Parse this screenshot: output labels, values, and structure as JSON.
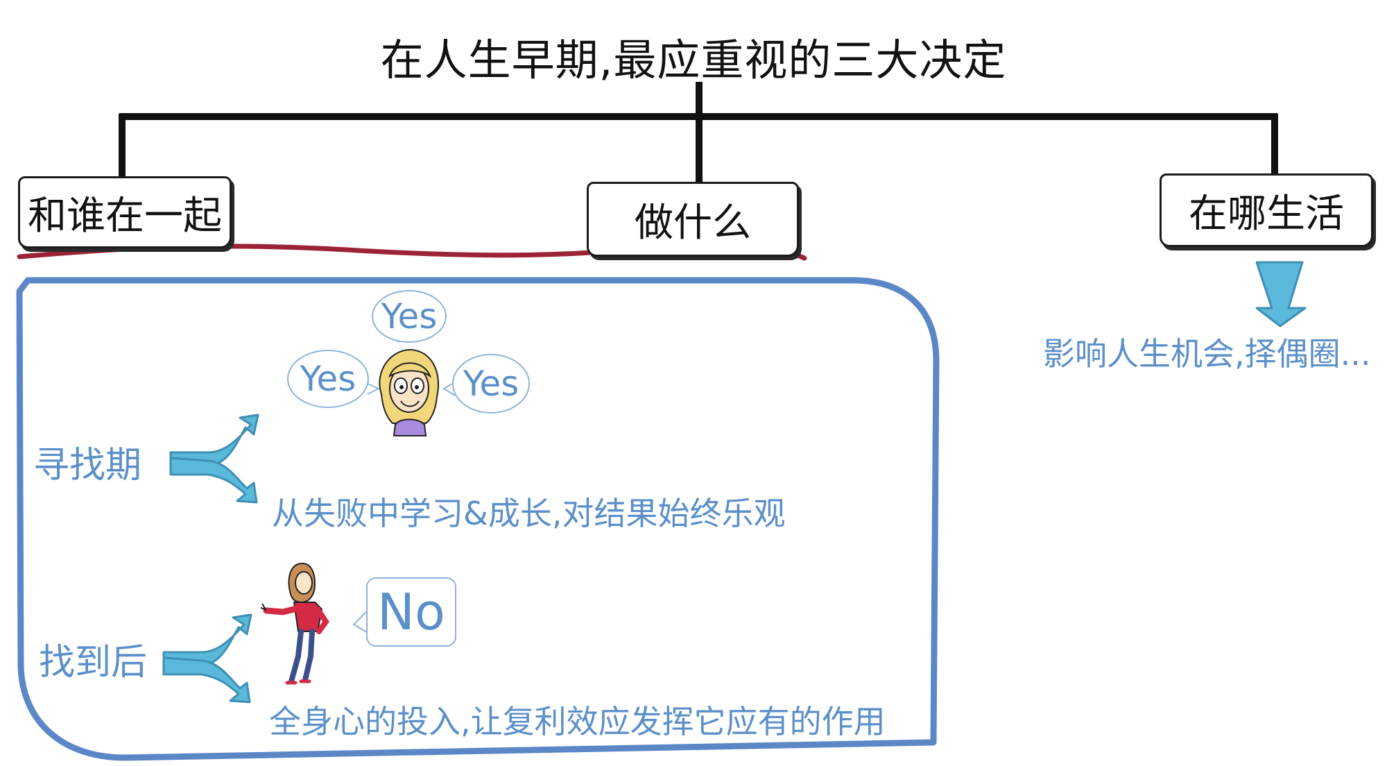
{
  "title": "在人生早期,最应重视的三大决定",
  "branches": [
    {
      "label": "和谁在一起"
    },
    {
      "label": "做什么"
    },
    {
      "label": "在哪生活"
    }
  ],
  "right_note": "影响人生机会,择偶圈...",
  "panel": {
    "search_phase": {
      "label": "寻找期",
      "bubbles": [
        "Yes",
        "Yes",
        "Yes"
      ],
      "text": "从失败中学习&成长,对结果始终乐观"
    },
    "found_phase": {
      "label": "找到后",
      "bubble": "No",
      "text": "全身心的投入,让复利效应发挥它应有的作用"
    }
  },
  "colors": {
    "tree": "#111111",
    "underline": "#9b2335",
    "panel_border": "#5b87c7",
    "text_blue": "#5b8fc9",
    "arrow_fill": "#5ab8db",
    "arrow_stroke": "#3f8fb3"
  }
}
